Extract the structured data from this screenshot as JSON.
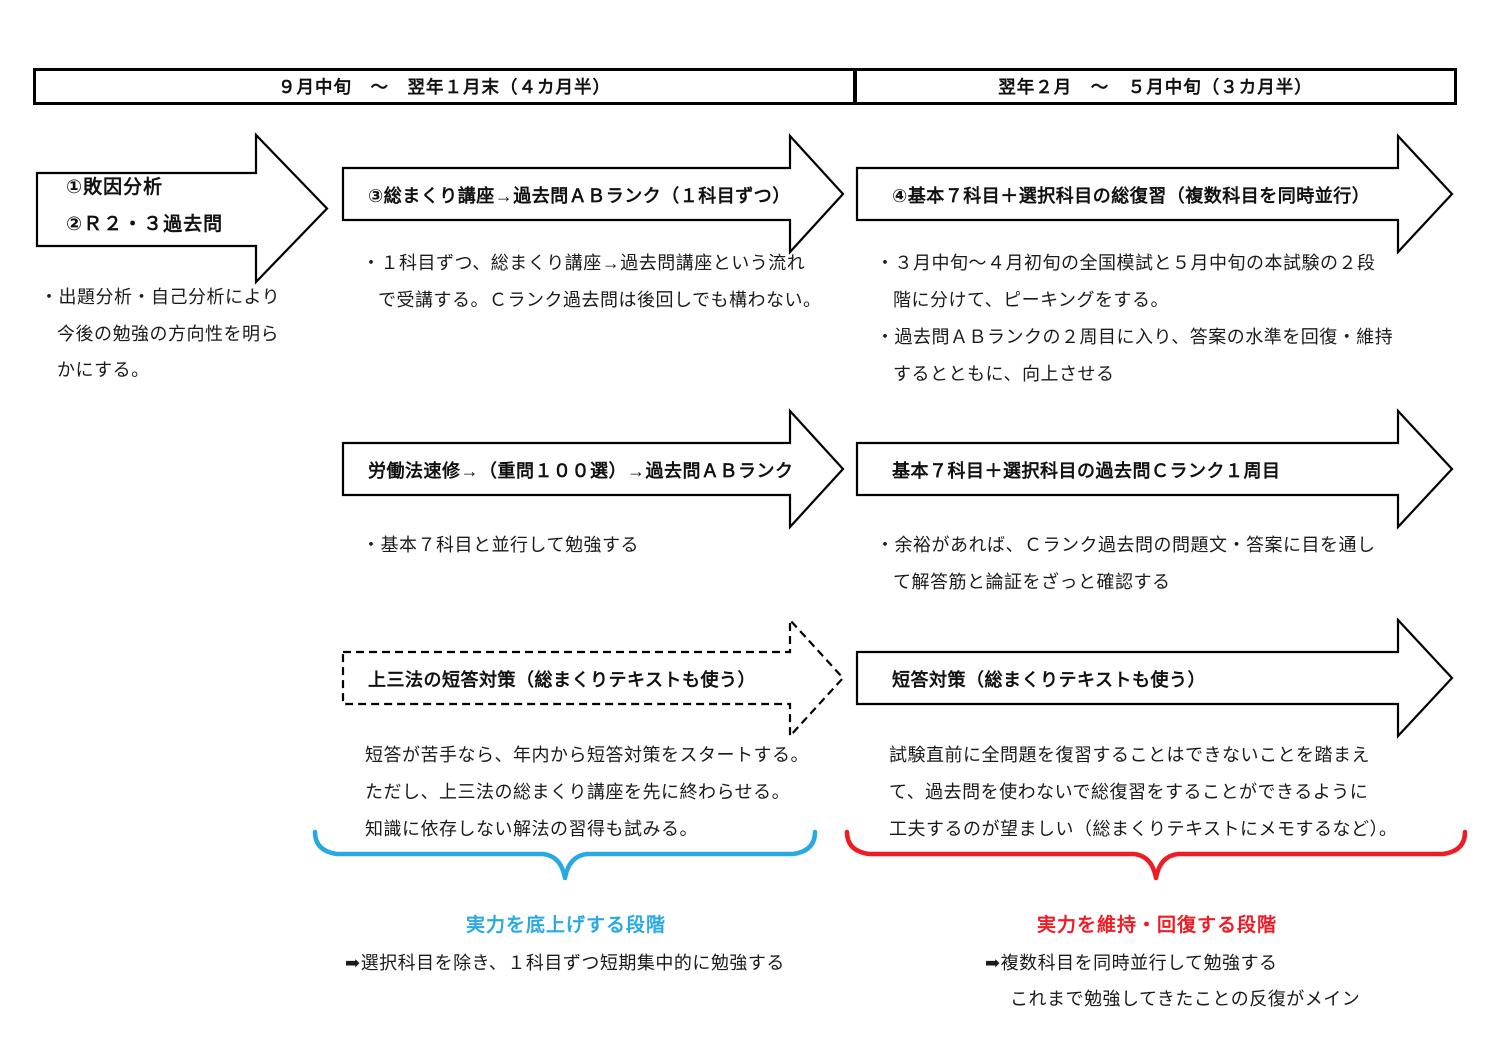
{
  "header": {
    "phase1_period": "９月中旬　～　翌年１月末（４カ月半）",
    "phase2_period": "翌年２月　～　５月中旬（３カ月半）"
  },
  "intro": {
    "arrow_lines": [
      "①敗因分析",
      "②Ｒ２・３過去問"
    ],
    "notes": [
      "・出題分析・自己分析により",
      "今後の勉強の方向性を明ら",
      "かにする。"
    ]
  },
  "phase1_column": {
    "rows": [
      {
        "title": "③総まくり講座→過去問ＡＢランク（１科目ずつ）",
        "notes": [
          "・１科目ずつ、総まくり講座→過去問講座という流れ",
          "で受講する。Ｃランク過去問は後回しでも構わない。"
        ]
      },
      {
        "title": "労働法速修→（重問１００選）→過去問ＡＢランク",
        "notes": [
          "・基本７科目と並行して勉強する"
        ]
      },
      {
        "title": "上三法の短答対策（総まくりテキストも使う）",
        "notes": [
          "短答が苦手なら、年内から短答対策をスタートする。",
          "ただし、上三法の総まくり講座を先に終わらせる。",
          "知識に依存しない解法の習得も試みる。"
        ]
      }
    ]
  },
  "phase2_column": {
    "rows": [
      {
        "title": "④基本７科目＋選択科目の総復習（複数科目を同時並行）",
        "notes": [
          "・３月中旬～４月初旬の全国模試と５月中旬の本試験の２段",
          "階に分けて、ピーキングをする。",
          "・過去問ＡＢランクの２周目に入り、答案の水準を回復・維持",
          "するとともに、向上させる"
        ]
      },
      {
        "title": "基本７科目＋選択科目の過去問Ｃランク１周目",
        "notes": [
          "・余裕があれば、Ｃランク過去問の問題文・答案に目を通し",
          "て解答筋と論証をざっと確認する"
        ]
      },
      {
        "title": "短答対策（総まくりテキストも使う）",
        "notes": [
          "試験直前に全問題を復習することはできないことを踏まえ",
          "て、過去問を使わないで総復習をすることができるように",
          "工夫するのが望ましい（総まくりテキストにメモするなど）。"
        ]
      }
    ]
  },
  "footer": {
    "phase1": {
      "label": "実力を底上げする段階",
      "notes": [
        "➡選択科目を除き、１科目ずつ短期集中的に勉強する"
      ]
    },
    "phase2": {
      "label": "実力を維持・回復する段階",
      "notes": [
        "➡複数科目を同時並行して勉強する",
        "これまで勉強してきたことの反復がメイン"
      ]
    }
  },
  "colors": {
    "phase1_accent": "#29a9e2",
    "phase2_accent": "#ee1c24",
    "outline": "#000000"
  }
}
